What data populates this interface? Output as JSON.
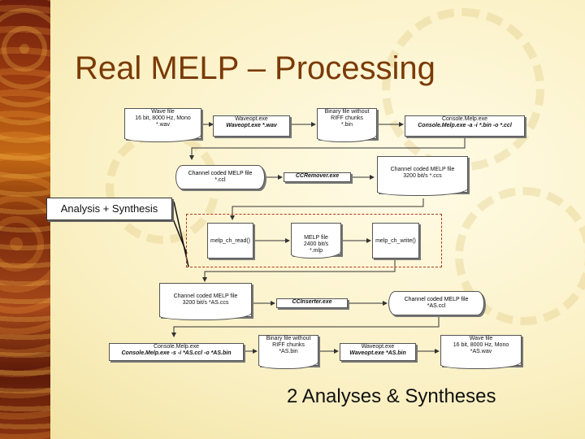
{
  "slide": {
    "title": "Real MELP – Processing",
    "analysis_label": "Analysis + Synthesis",
    "footer": "2 Analyses & Syntheses"
  },
  "nodes": {
    "wave_in": [
      "Wave file",
      "16 bit, 8000 Hz, Mono",
      "*.wav"
    ],
    "waveopt1": [
      "Waveopt.exe",
      "Waveopt.exe *.wav"
    ],
    "binary1": [
      "Binary file without",
      "RIFF chunks",
      "*.bin"
    ],
    "consolemelp1": [
      "Console.Melp.exe",
      "Console.Melp.exe -a -i *.bin -o *.ccl"
    ],
    "ccl1": [
      "Channel coded MELP file",
      "*.ccl"
    ],
    "ccremover": [
      "CCRemover.exe"
    ],
    "ccs1": [
      "Channel coded MELP file",
      "3200 bit/s *.ccs"
    ],
    "melp_read": [
      "melp_ch_read()"
    ],
    "melp_file": [
      "MELP file",
      "2400 bit/s",
      "*.mlp"
    ],
    "melp_write": [
      "melp_ch_write()"
    ],
    "ccs2": [
      "Channel coded MELP file",
      "3200 bit/s *AS.ccs"
    ],
    "ccinserter": [
      "CCInserter.exe"
    ],
    "ccl2": [
      "Channel coded MELP file",
      "*AS.ccl"
    ],
    "consolemelp2": [
      "Console.Melp.exe",
      "Console.Melp.exe -s -i *AS.ccl -o *AS.bin"
    ],
    "binary2": [
      "Binary file without",
      "RIFF chunks",
      "*AS.bin"
    ],
    "waveopt2": [
      "Waveopt.exe",
      "Waveopt.exe *AS.bin"
    ],
    "wave_out": [
      "Wave file",
      "16 bit, 8000 Hz, Mono",
      "*AS.wav"
    ]
  }
}
